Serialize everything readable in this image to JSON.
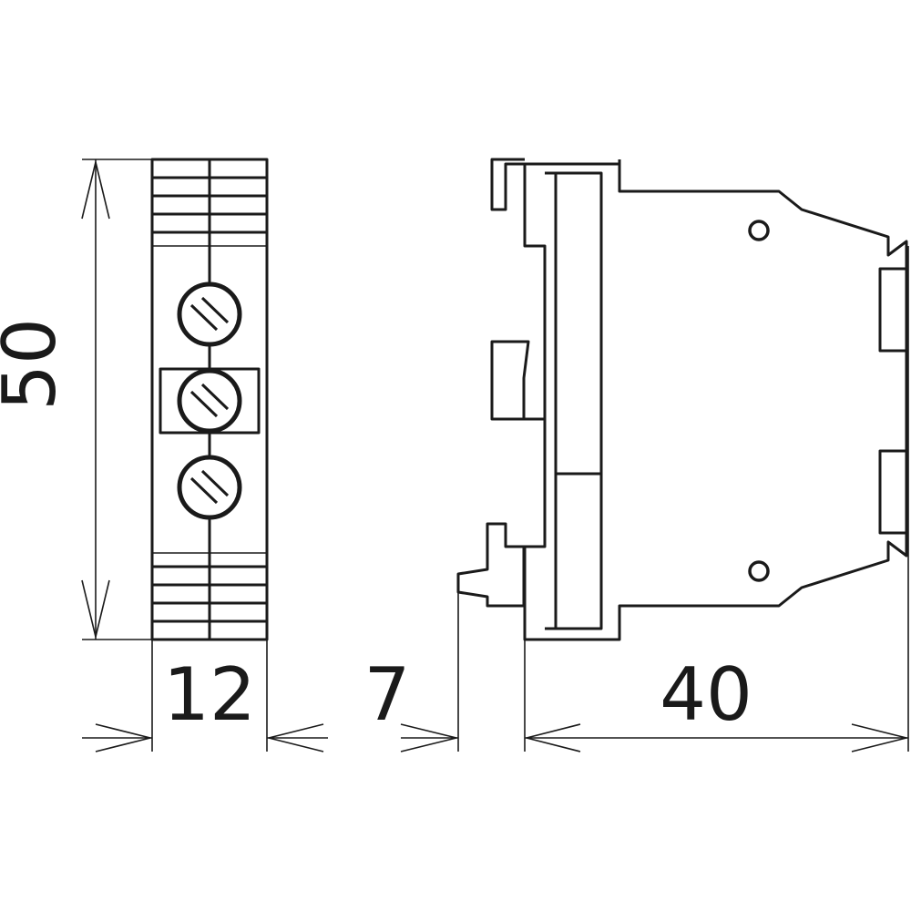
{
  "drawing": {
    "dimensions": {
      "height": "50",
      "width_front": "12",
      "rail_offset": "7",
      "depth": "40"
    },
    "colors": {
      "line": "#1a1a1a",
      "background": "#ffffff"
    }
  }
}
